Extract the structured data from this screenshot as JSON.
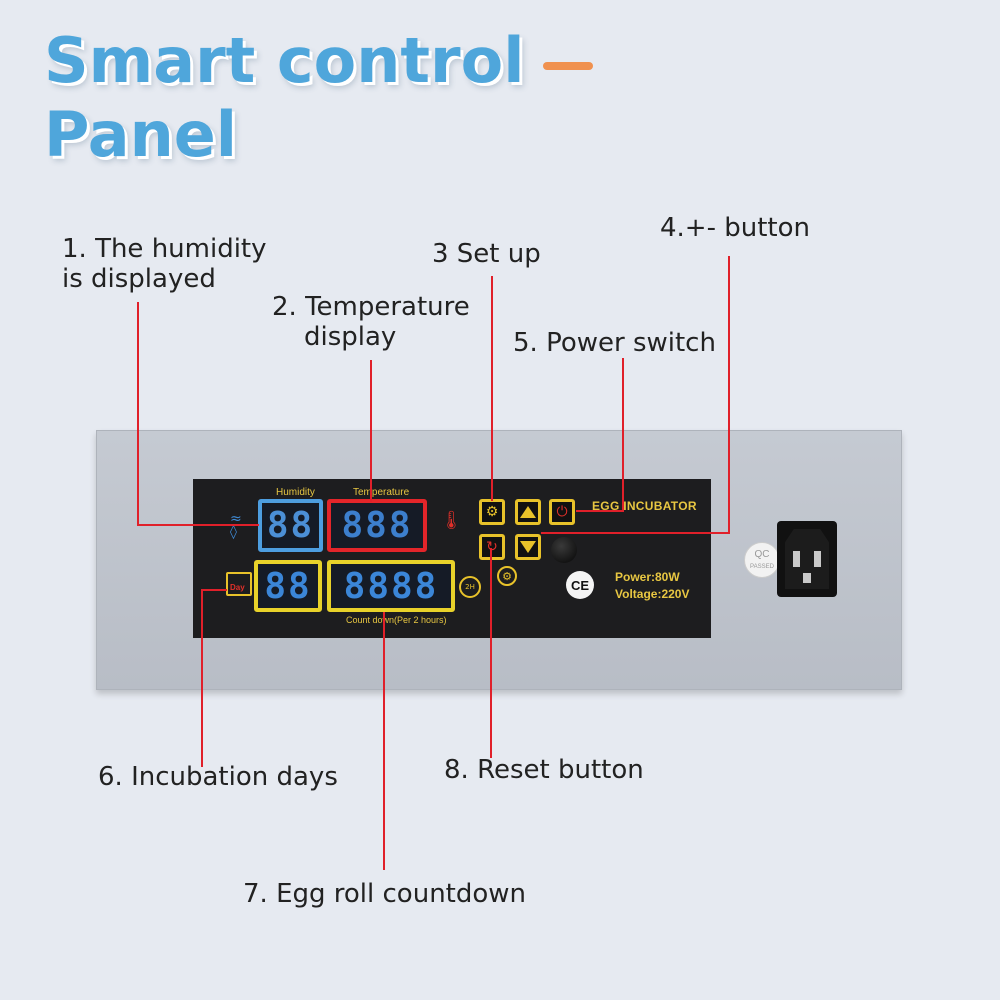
{
  "header": {
    "title_line1": "Smart control",
    "title_line2": "Panel"
  },
  "callouts": {
    "humidity_line1": "1. The humidity",
    "humidity_line2": "is displayed",
    "temperature_line1": "2. Temperature",
    "temperature_line2": "display",
    "setup": "3 Set up",
    "plus_minus": "4.+- button",
    "power": "5. Power switch",
    "incubation": "6. Incubation days",
    "egg_roll": "7. Egg roll countdown",
    "reset": "8. Reset button"
  },
  "panel": {
    "humidity_label": "Humidity",
    "temperature_label": "Temperature",
    "humidity_digits": "88",
    "temperature_digits": "888",
    "days_digits": "88",
    "countdown_digits": "8888",
    "countdown_label": "Count down(Per 2 hours)",
    "brand": "EGG INCUBATOR",
    "power": "Power:80W",
    "voltage": "Voltage:220V",
    "ce_mark": "CE",
    "qc_line1": "QC",
    "qc_line2": "PASSED",
    "day_icon_text": "Day",
    "clock_icon_text": "2H"
  },
  "colors": {
    "title": "#4fa6db",
    "accent_dash": "#f0914f",
    "callout_line": "#e0202a",
    "display_blue": "#4d9ee0",
    "display_red": "#e3252a",
    "display_yellow": "#e8d22a"
  }
}
